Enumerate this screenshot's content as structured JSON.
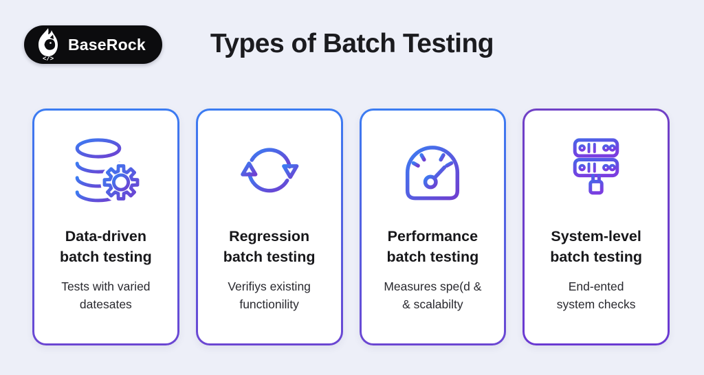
{
  "logo": {
    "brand": "BaseRock",
    "icon": "baserock-flame-squirrel",
    "code_glyph": "</>"
  },
  "header": {
    "title": "Types of Batch Testing"
  },
  "colors": {
    "page_background": "#edeff8",
    "card_background": "#ffffff",
    "accent_blue": "#3b7cf2",
    "accent_purple": "#6b46d2",
    "logo_background": "#0c0c0e",
    "title_text": "#1b1b1f",
    "body_text": "#28282e"
  },
  "cards": [
    {
      "icon": "database-gear-icon",
      "title": "Data-driven\nbatch testing",
      "description": "Tests with varied\ndatesates",
      "border_top": "#3b7cf2",
      "border_bottom": "#6b46d2"
    },
    {
      "icon": "refresh-cycle-icon",
      "title": "Regression\nbatch testing",
      "description": "Verifiys existing\nfunctionility",
      "border_top": "#3b7cf2",
      "border_bottom": "#6b46d2"
    },
    {
      "icon": "speedometer-icon",
      "title": "Performance\nbatch testing",
      "description": "Measures spe(d &\n& scalabilty",
      "border_top": "#3b7cf2",
      "border_bottom": "#6b46d2"
    },
    {
      "icon": "server-network-icon",
      "title": "System-level\nbatch testing",
      "description": "End-ented\nsystem checks",
      "border_top": "#7040c6",
      "border_bottom": "#6a3ad2"
    }
  ]
}
